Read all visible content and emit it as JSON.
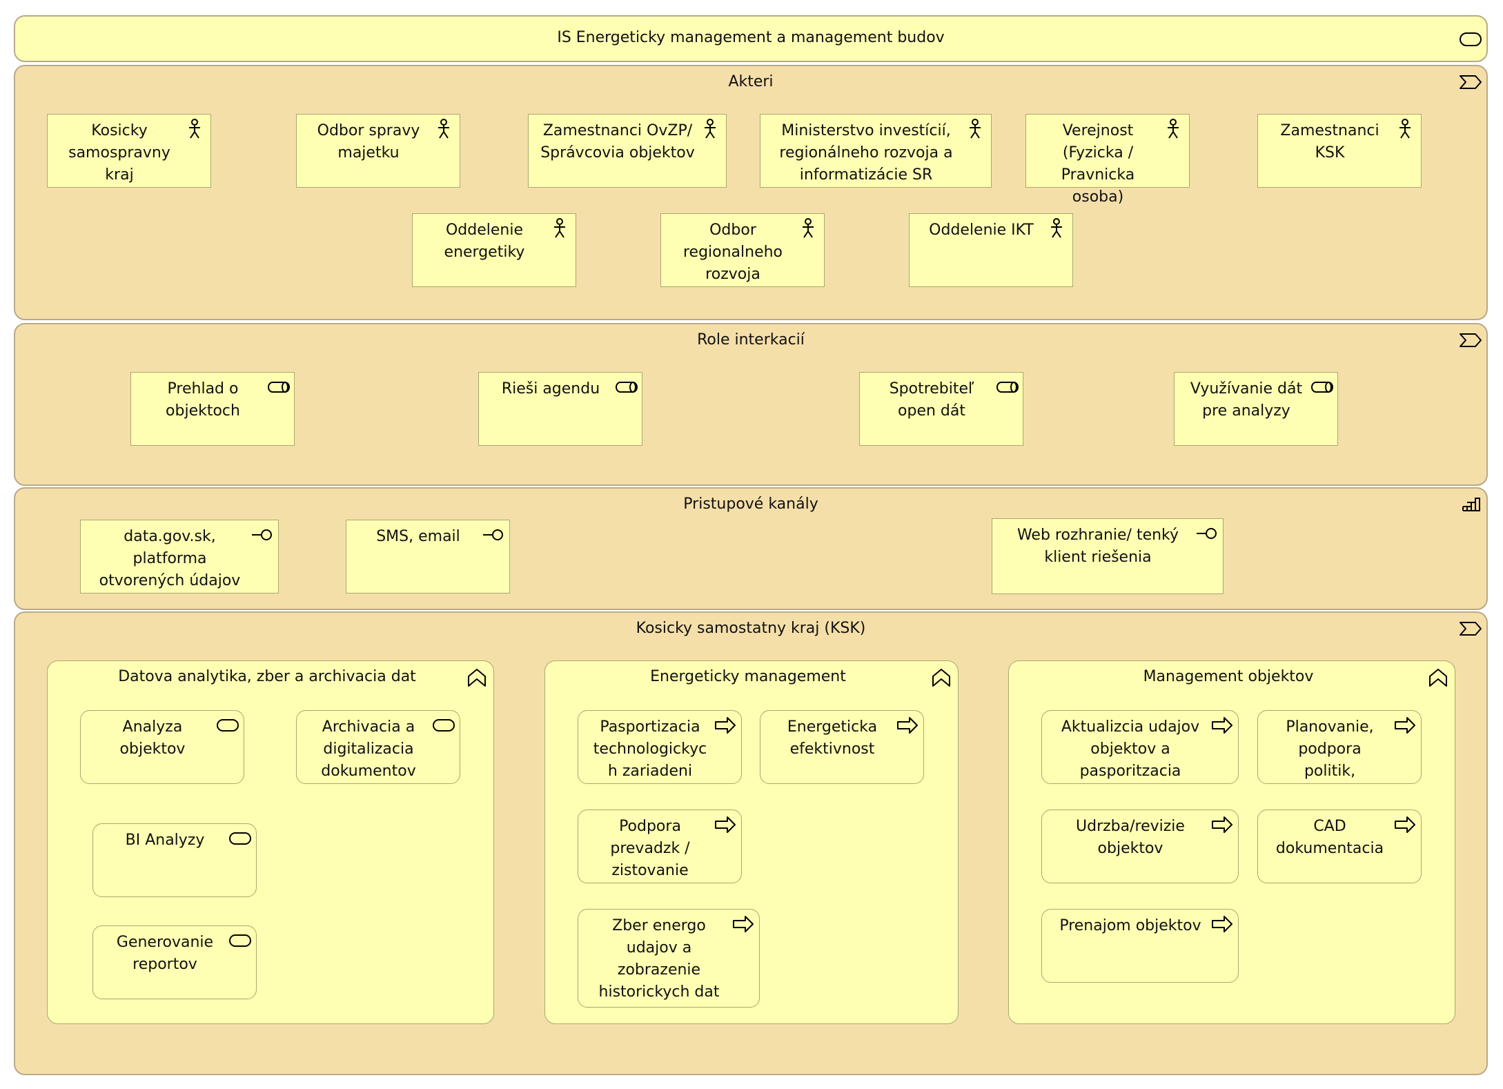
{
  "title": "IS Energeticky management a management budov",
  "layers": {
    "actors": {
      "label": "Akteri",
      "items": [
        "Kosicky\nsamospravny\nkraj",
        "Odbor spravy\nmajetku",
        "Zamestnanci OvZP/\nSprávcovia objektov",
        "Ministerstvo investícií,\nregionálneho rozvoja a\ninformatizácie SR",
        "Verejnost\n(Fyzicka /\nPravnicka osoba)",
        "Zamestnanci\nKSK",
        "Oddelenie\nenergetiky",
        "Odbor\nregionalneho\nrozvoja",
        "Oddelenie IKT"
      ]
    },
    "roles": {
      "label": "Role interkacií",
      "items": [
        "Prehlad o\nobjektoch",
        "Rieši agendu",
        "Spotrebiteľ\nopen dát",
        "Využívanie dát\npre analyzy"
      ]
    },
    "channels": {
      "label": "Pristupové kanály",
      "items": [
        "data.gov.sk,\nplatforma\notvorených údajov",
        "SMS, email",
        "Web rozhranie/ tenký\nklient riešenia"
      ]
    },
    "ksk": {
      "label": "Kosicky samostatny kraj (KSK)",
      "groups": [
        {
          "label": "Datova analytika, zber a archivacia dat",
          "items": [
            "Analyza\nobjektov",
            "Archivacia a\ndigitalizacia\ndokumentov",
            "BI Analyzy",
            "Generovanie\nreportov"
          ]
        },
        {
          "label": "Energeticky management",
          "items": [
            "Pasportizacia\ntechnologickyc\nh zariadeni",
            "Energeticka\nefektivnost",
            "Podpora\nprevadzk /\nzistovanie",
            "Zber energo\nudajov a\nzobrazenie\nhistorickych dat"
          ]
        },
        {
          "label": "Management objektov",
          "items": [
            "Aktualizcia udajov\nobjektov a\npasporitzacia",
            "Planovanie,\npodpora\npolitik,",
            "Udrzba/revizie\nobjektov",
            "CAD\ndokumentacia",
            "Prenajom objektov"
          ]
        }
      ]
    }
  }
}
